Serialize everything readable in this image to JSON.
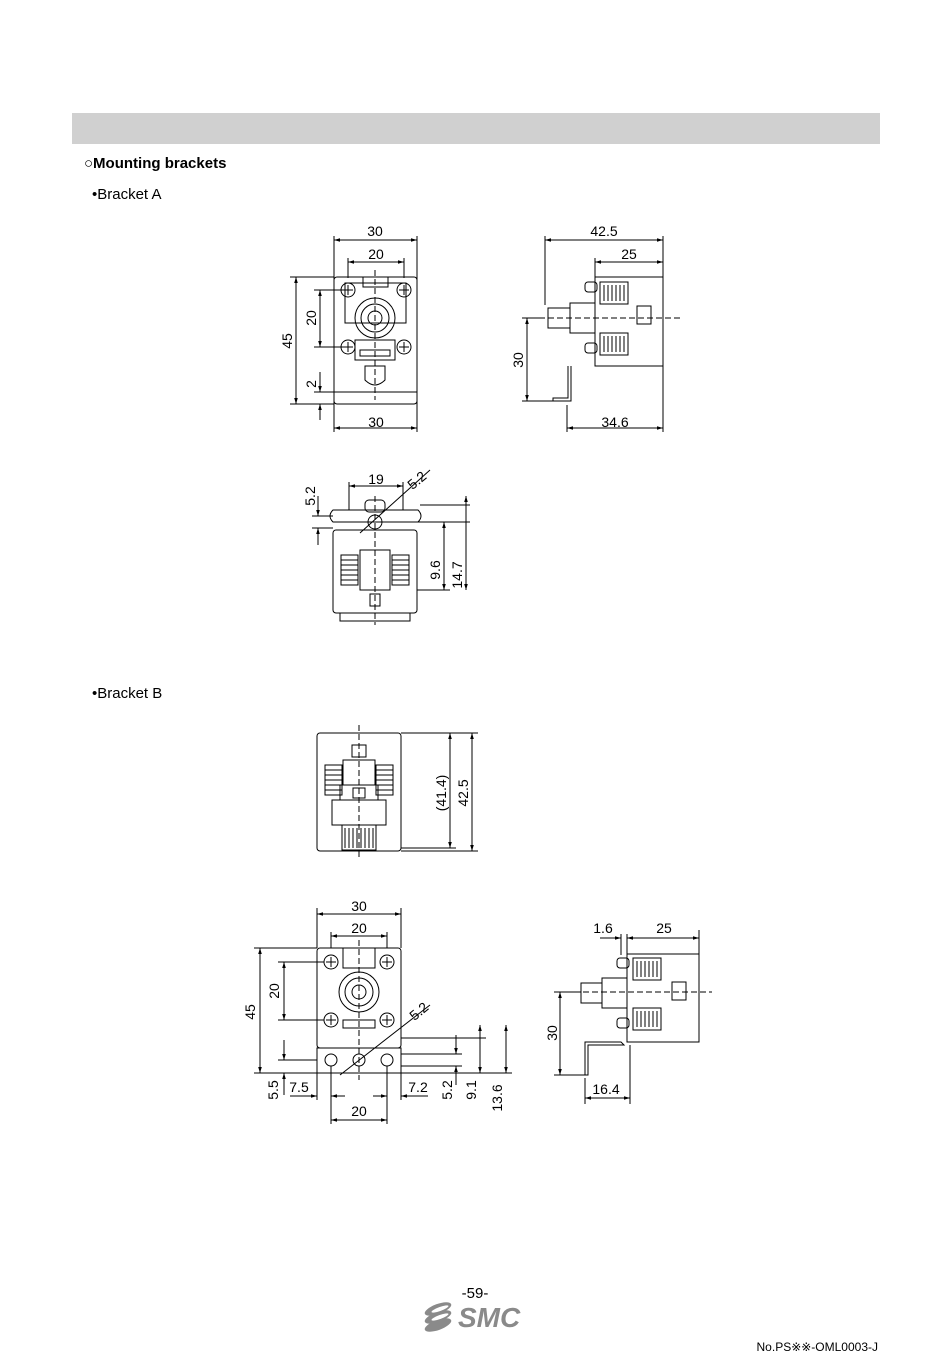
{
  "section": {
    "title": "○Mounting brackets"
  },
  "bracket_a": {
    "label": "•Bracket A",
    "front": {
      "top_width": "30",
      "inner_width": "20",
      "height": "45",
      "hole_pitch": "20",
      "offset": "2",
      "bottom_width": "30"
    },
    "side": {
      "total_width": "42.5",
      "body_width": "25",
      "height": "30",
      "bracket_width": "34.6"
    },
    "top": {
      "slot_pitch": "19",
      "hole_dia": "5.2",
      "slot_width": "5.2",
      "hole_pos": "9.6",
      "overall": "14.7"
    }
  },
  "bracket_b": {
    "label": "•Bracket B",
    "top": {
      "inner_length": "(41.4)",
      "overall_length": "42.5"
    },
    "front": {
      "top_width": "30",
      "inner_width": "20",
      "height": "45",
      "hole_pitch": "20",
      "hole_dia": "5.2",
      "offset_a": "5.5",
      "left_edge": "7.5",
      "right_edge": "7.2",
      "bottom_pitch": "20",
      "slot": "5.2",
      "h1": "9.1",
      "h2": "13.6"
    },
    "side": {
      "thickness": "1.6",
      "body_width": "25",
      "height": "30",
      "bracket_width": "16.4"
    }
  },
  "footer": {
    "page_number": "-59-",
    "logo_text": "SMC",
    "doc_number": "No.PS※※-OML0003-J"
  }
}
